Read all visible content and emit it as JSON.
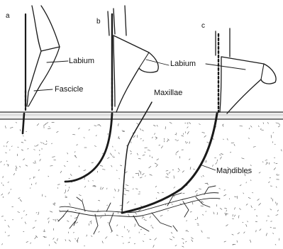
{
  "panels": {
    "a": "a",
    "b": "b",
    "c": "c"
  },
  "labels": {
    "labium_a": "Labium",
    "fascicle": "Fascicle",
    "maxillae": "Maxillae",
    "labium_c": "Labium",
    "mandibles": "Mandibles"
  },
  "colors": {
    "ink": "#1a1a1a",
    "background": "#ffffff",
    "skin_surface": "#e8e8e8",
    "tissue_speckle": "#555555"
  }
}
